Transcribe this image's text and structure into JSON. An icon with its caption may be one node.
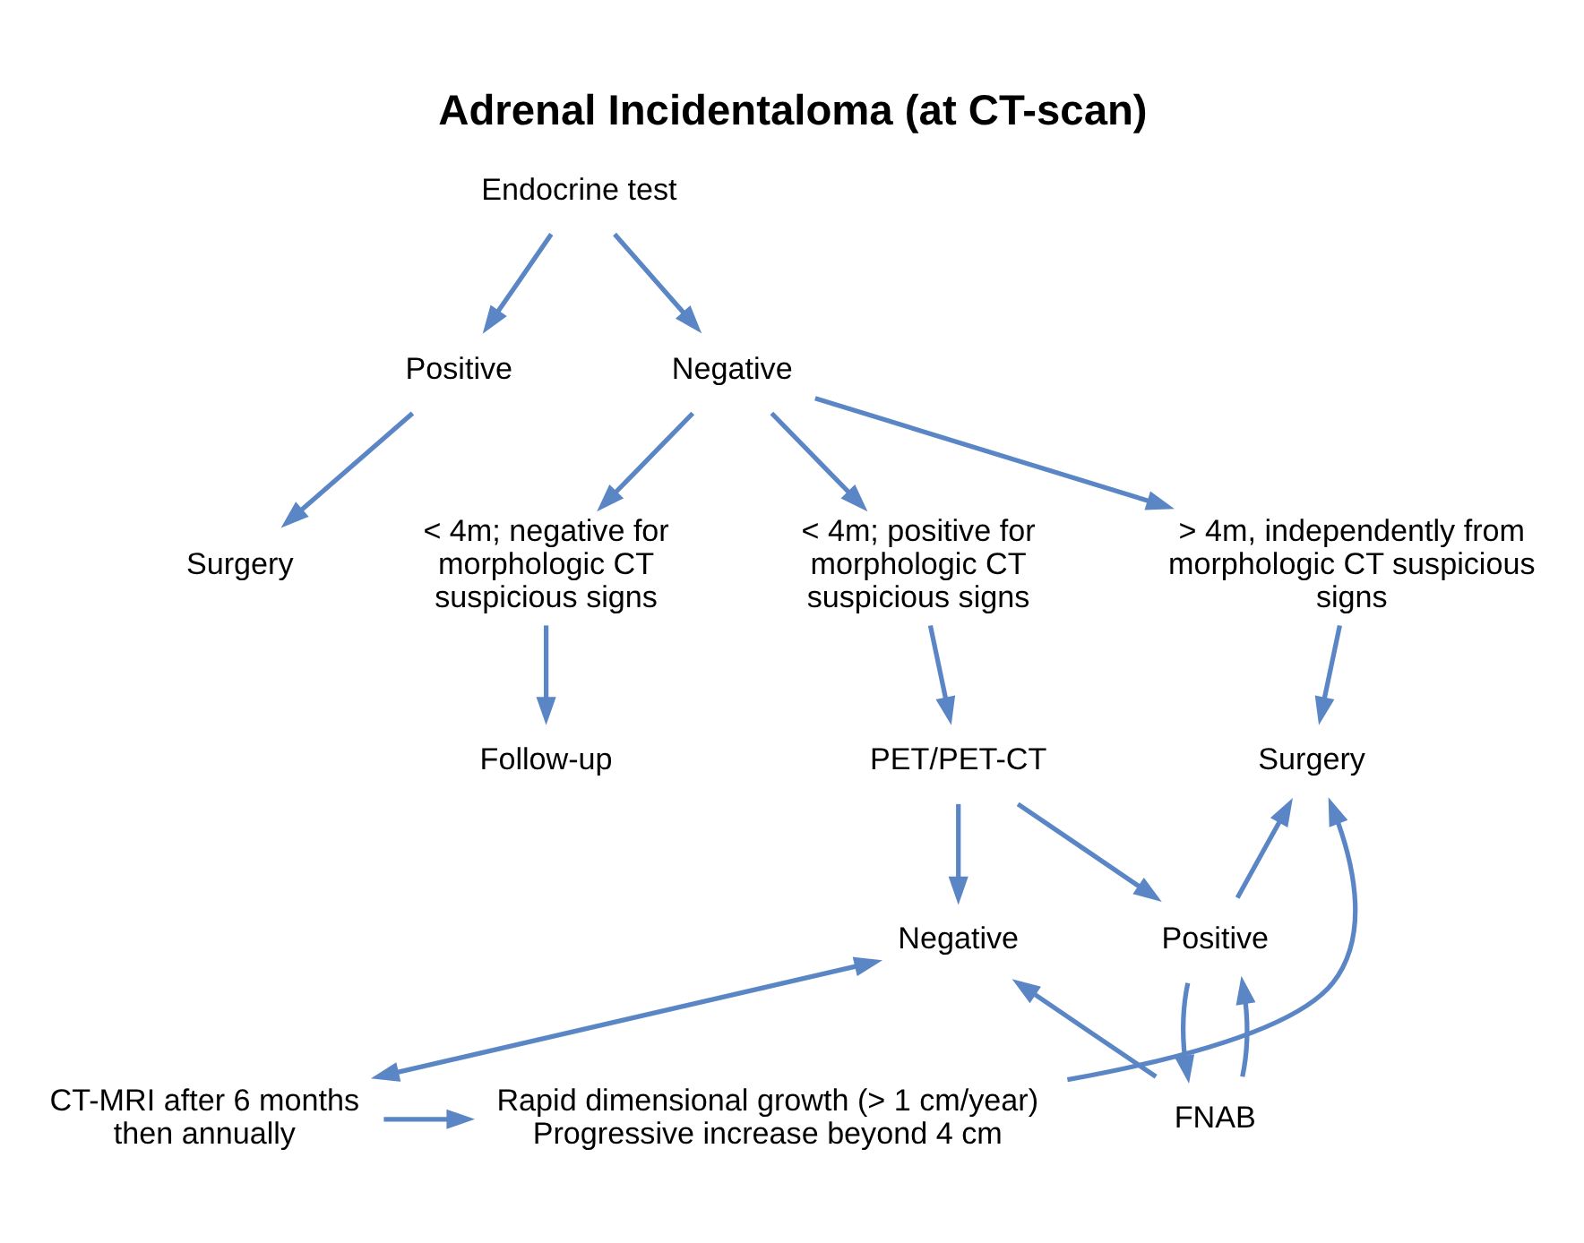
{
  "diagram": {
    "title": "Adrenal Incidentaloma (at CT-scan)",
    "nodes": [
      {
        "text": [
          "Endocrine test"
        ]
      },
      {
        "text": [
          "Positive"
        ]
      },
      {
        "text": [
          "Negative"
        ]
      },
      {
        "text": [
          "Surgery"
        ]
      },
      {
        "text": [
          "< 4m; negative for morphologic CT suspicious signs"
        ]
      },
      {
        "text": [
          "< 4m; positive for morphologic CT suspicious signs"
        ]
      },
      {
        "text": [
          "> 4m, independently from morphologic CT suspicious signs"
        ]
      },
      {
        "text": [
          "Follow-up"
        ]
      },
      {
        "text": [
          "PET/PET-CT"
        ]
      },
      {
        "text": [
          "Surgery"
        ]
      },
      {
        "text": [
          "Negative"
        ]
      },
      {
        "text": [
          "Positive"
        ]
      },
      {
        "text": [
          "FNAB"
        ]
      },
      {
        "text": [
          "CT-MRI after 6 months then annually"
        ]
      },
      {
        "text": [
          "Rapid dimensional growth (> 1 cm/year) Progressive increase beyond 4 cm"
        ]
      }
    ],
    "edges": [
      {
        "from": 0,
        "to": 1,
        "arrow": "to"
      },
      {
        "from": 0,
        "to": 2,
        "arrow": "to"
      },
      {
        "from": 1,
        "to": 3,
        "arrow": "to"
      },
      {
        "from": 2,
        "to": 4,
        "arrow": "to"
      },
      {
        "from": 2,
        "to": 5,
        "arrow": "to"
      },
      {
        "from": 2,
        "to": 6,
        "arrow": "to"
      },
      {
        "from": 4,
        "to": 7,
        "arrow": "to"
      },
      {
        "from": 5,
        "to": 8,
        "arrow": "to"
      },
      {
        "from": 6,
        "to": 9,
        "arrow": "to"
      },
      {
        "from": 8,
        "to": 10,
        "arrow": "to"
      },
      {
        "from": 8,
        "to": 11,
        "arrow": "to"
      },
      {
        "from": 11,
        "to": 9,
        "arrow": "to"
      },
      {
        "from": 12,
        "to": 10,
        "arrow": "to"
      },
      {
        "from": 11,
        "to": 12,
        "arrow": "to"
      },
      {
        "from": 12,
        "to": 11,
        "arrow": "to"
      },
      {
        "from": 10,
        "to": 13,
        "arrow": "both"
      },
      {
        "from": 13,
        "to": 14,
        "arrow": "to"
      },
      {
        "from": 14,
        "to": 9,
        "arrow": "to"
      }
    ]
  }
}
